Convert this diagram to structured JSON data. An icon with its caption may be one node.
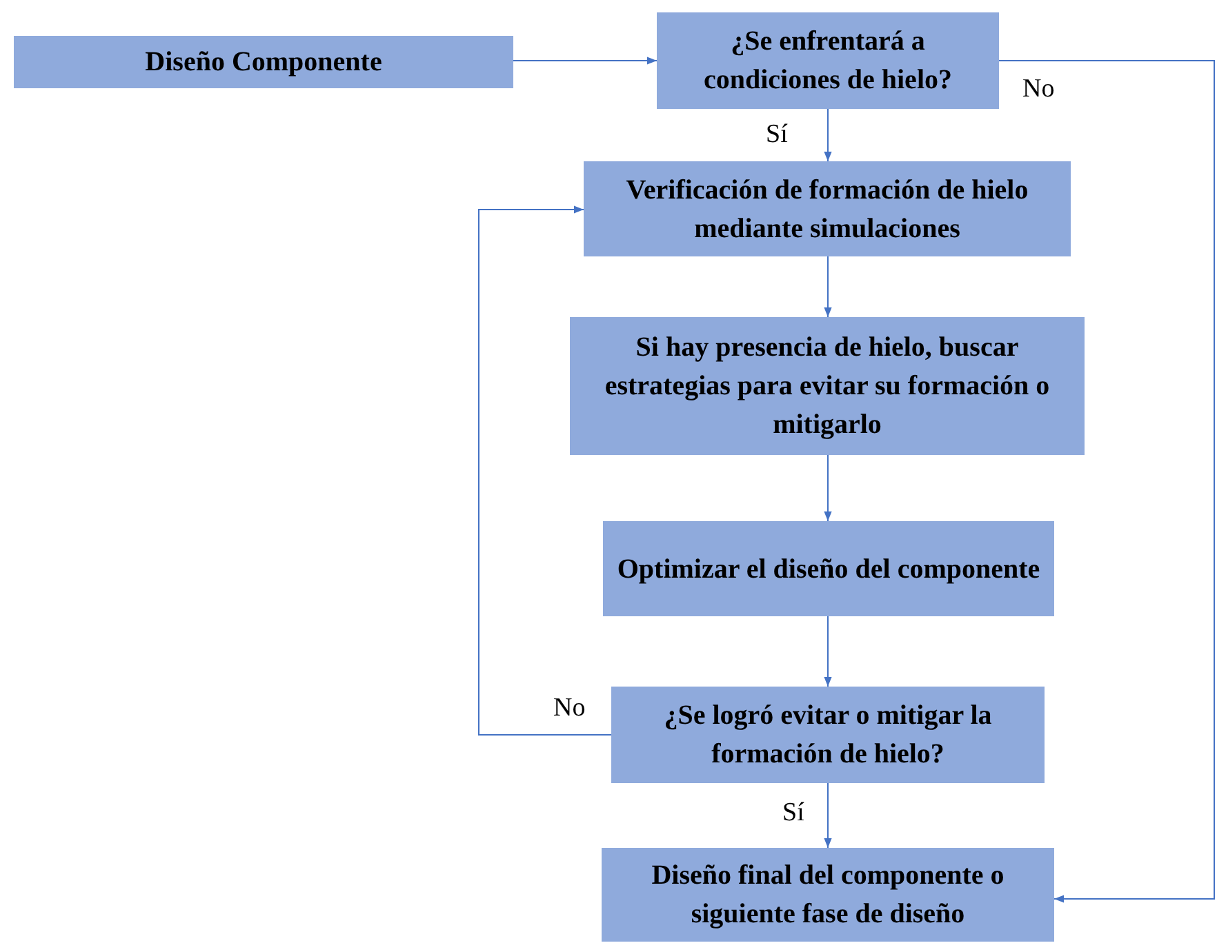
{
  "diagram": {
    "nodes": [
      {
        "text": [
          "Diseño Componente"
        ]
      },
      {
        "text": [
          "¿Se enfrentará a condiciones de hielo?"
        ]
      },
      {
        "text": [
          "Verificación de formación de hielo mediante simulaciones"
        ]
      },
      {
        "text": [
          "Si hay presencia de hielo, buscar estrategias para evitar su formación o mitigarlo"
        ]
      },
      {
        "text": [
          "Optimizar el diseño del componente"
        ]
      },
      {
        "text": [
          "¿Se logró evitar o mitigar la formación de hielo?"
        ]
      },
      {
        "text": [
          "Diseño final del componente o siguiente fase de diseño"
        ]
      }
    ],
    "edges": [
      {
        "from": 0,
        "to": 1,
        "arrow": "to"
      },
      {
        "from": 1,
        "to": 2,
        "arrow": "to",
        "label": "Sí"
      },
      {
        "from": 2,
        "to": 3,
        "arrow": "to"
      },
      {
        "from": 3,
        "to": 4,
        "arrow": "to"
      },
      {
        "from": 4,
        "to": 5,
        "arrow": "to"
      },
      {
        "from": 5,
        "to": 2,
        "arrow": "to",
        "label": "No"
      },
      {
        "from": 5,
        "to": 6,
        "arrow": "to",
        "label": "Sí"
      },
      {
        "from": 1,
        "to": 6,
        "arrow": "to",
        "label": "No"
      }
    ]
  }
}
